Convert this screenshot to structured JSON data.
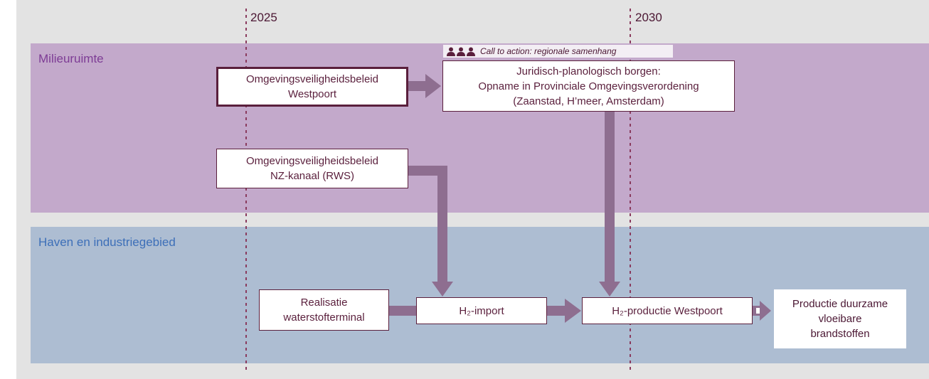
{
  "timeline": {
    "year_start": "2025",
    "year_end": "2030"
  },
  "lanes": {
    "milieu": "Milieuruimte",
    "haven": "Haven en industriegebied"
  },
  "call_to_action": {
    "icon": "people-group-icon",
    "label": "Call to action: regionale samenhang"
  },
  "nodes": {
    "ovb_westpoort": "Omgevingsveiligheidsbeleid\nWestpoort",
    "juridisch": "Juridisch-planologisch borgen:\nOpname in Provinciale Omgevingsverordening\n(Zaanstad, H’meer, Amsterdam)",
    "ovb_nzkanaal": "Omgevingsveiligheidsbeleid\nNZ-kanaal (RWS)",
    "realisatie": "Realisatie\nwaterstofterminal",
    "h2_import": "H₂-import",
    "h2_productie": "H₂-productie Westpoort",
    "productie_duurzaam": "Productie duurzame\nvloeibare\nbrandstoffen"
  },
  "colors": {
    "milieu_lane": "#c3a9cb",
    "haven_lane": "#adbdd2",
    "background": "#e3e3e3",
    "box_border": "#5a1f3c",
    "arrow": "#8e6e90",
    "milieu_label": "#7d3c95",
    "haven_label": "#3d6fb8"
  }
}
